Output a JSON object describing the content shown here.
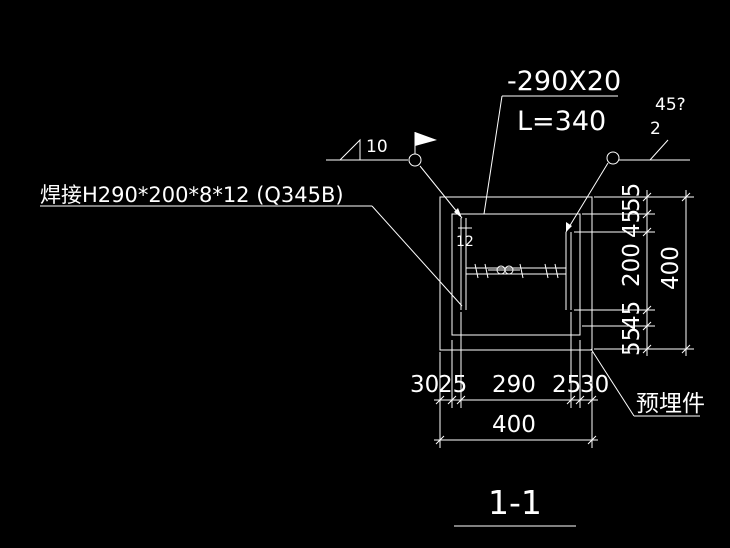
{
  "drawing": {
    "plate_spec": "-290X20",
    "plate_length": "L=340",
    "beam_label": "焊接H290*200*8*12 (Q345B)",
    "weld_left_size": "10",
    "weld_right_angle": "45?",
    "weld_right_size": "2",
    "weld_inner_size": "12",
    "embedded_part_label": "预埋件",
    "section_title": "1-1",
    "dims_bottom": {
      "d1": "30",
      "d2": "25",
      "d3": "290",
      "d4": "25",
      "d5": "30",
      "total": "400"
    },
    "dims_right": {
      "d1": "55",
      "d2": "45",
      "d3": "200",
      "d4": "45",
      "d5": "55",
      "total": "400"
    }
  }
}
